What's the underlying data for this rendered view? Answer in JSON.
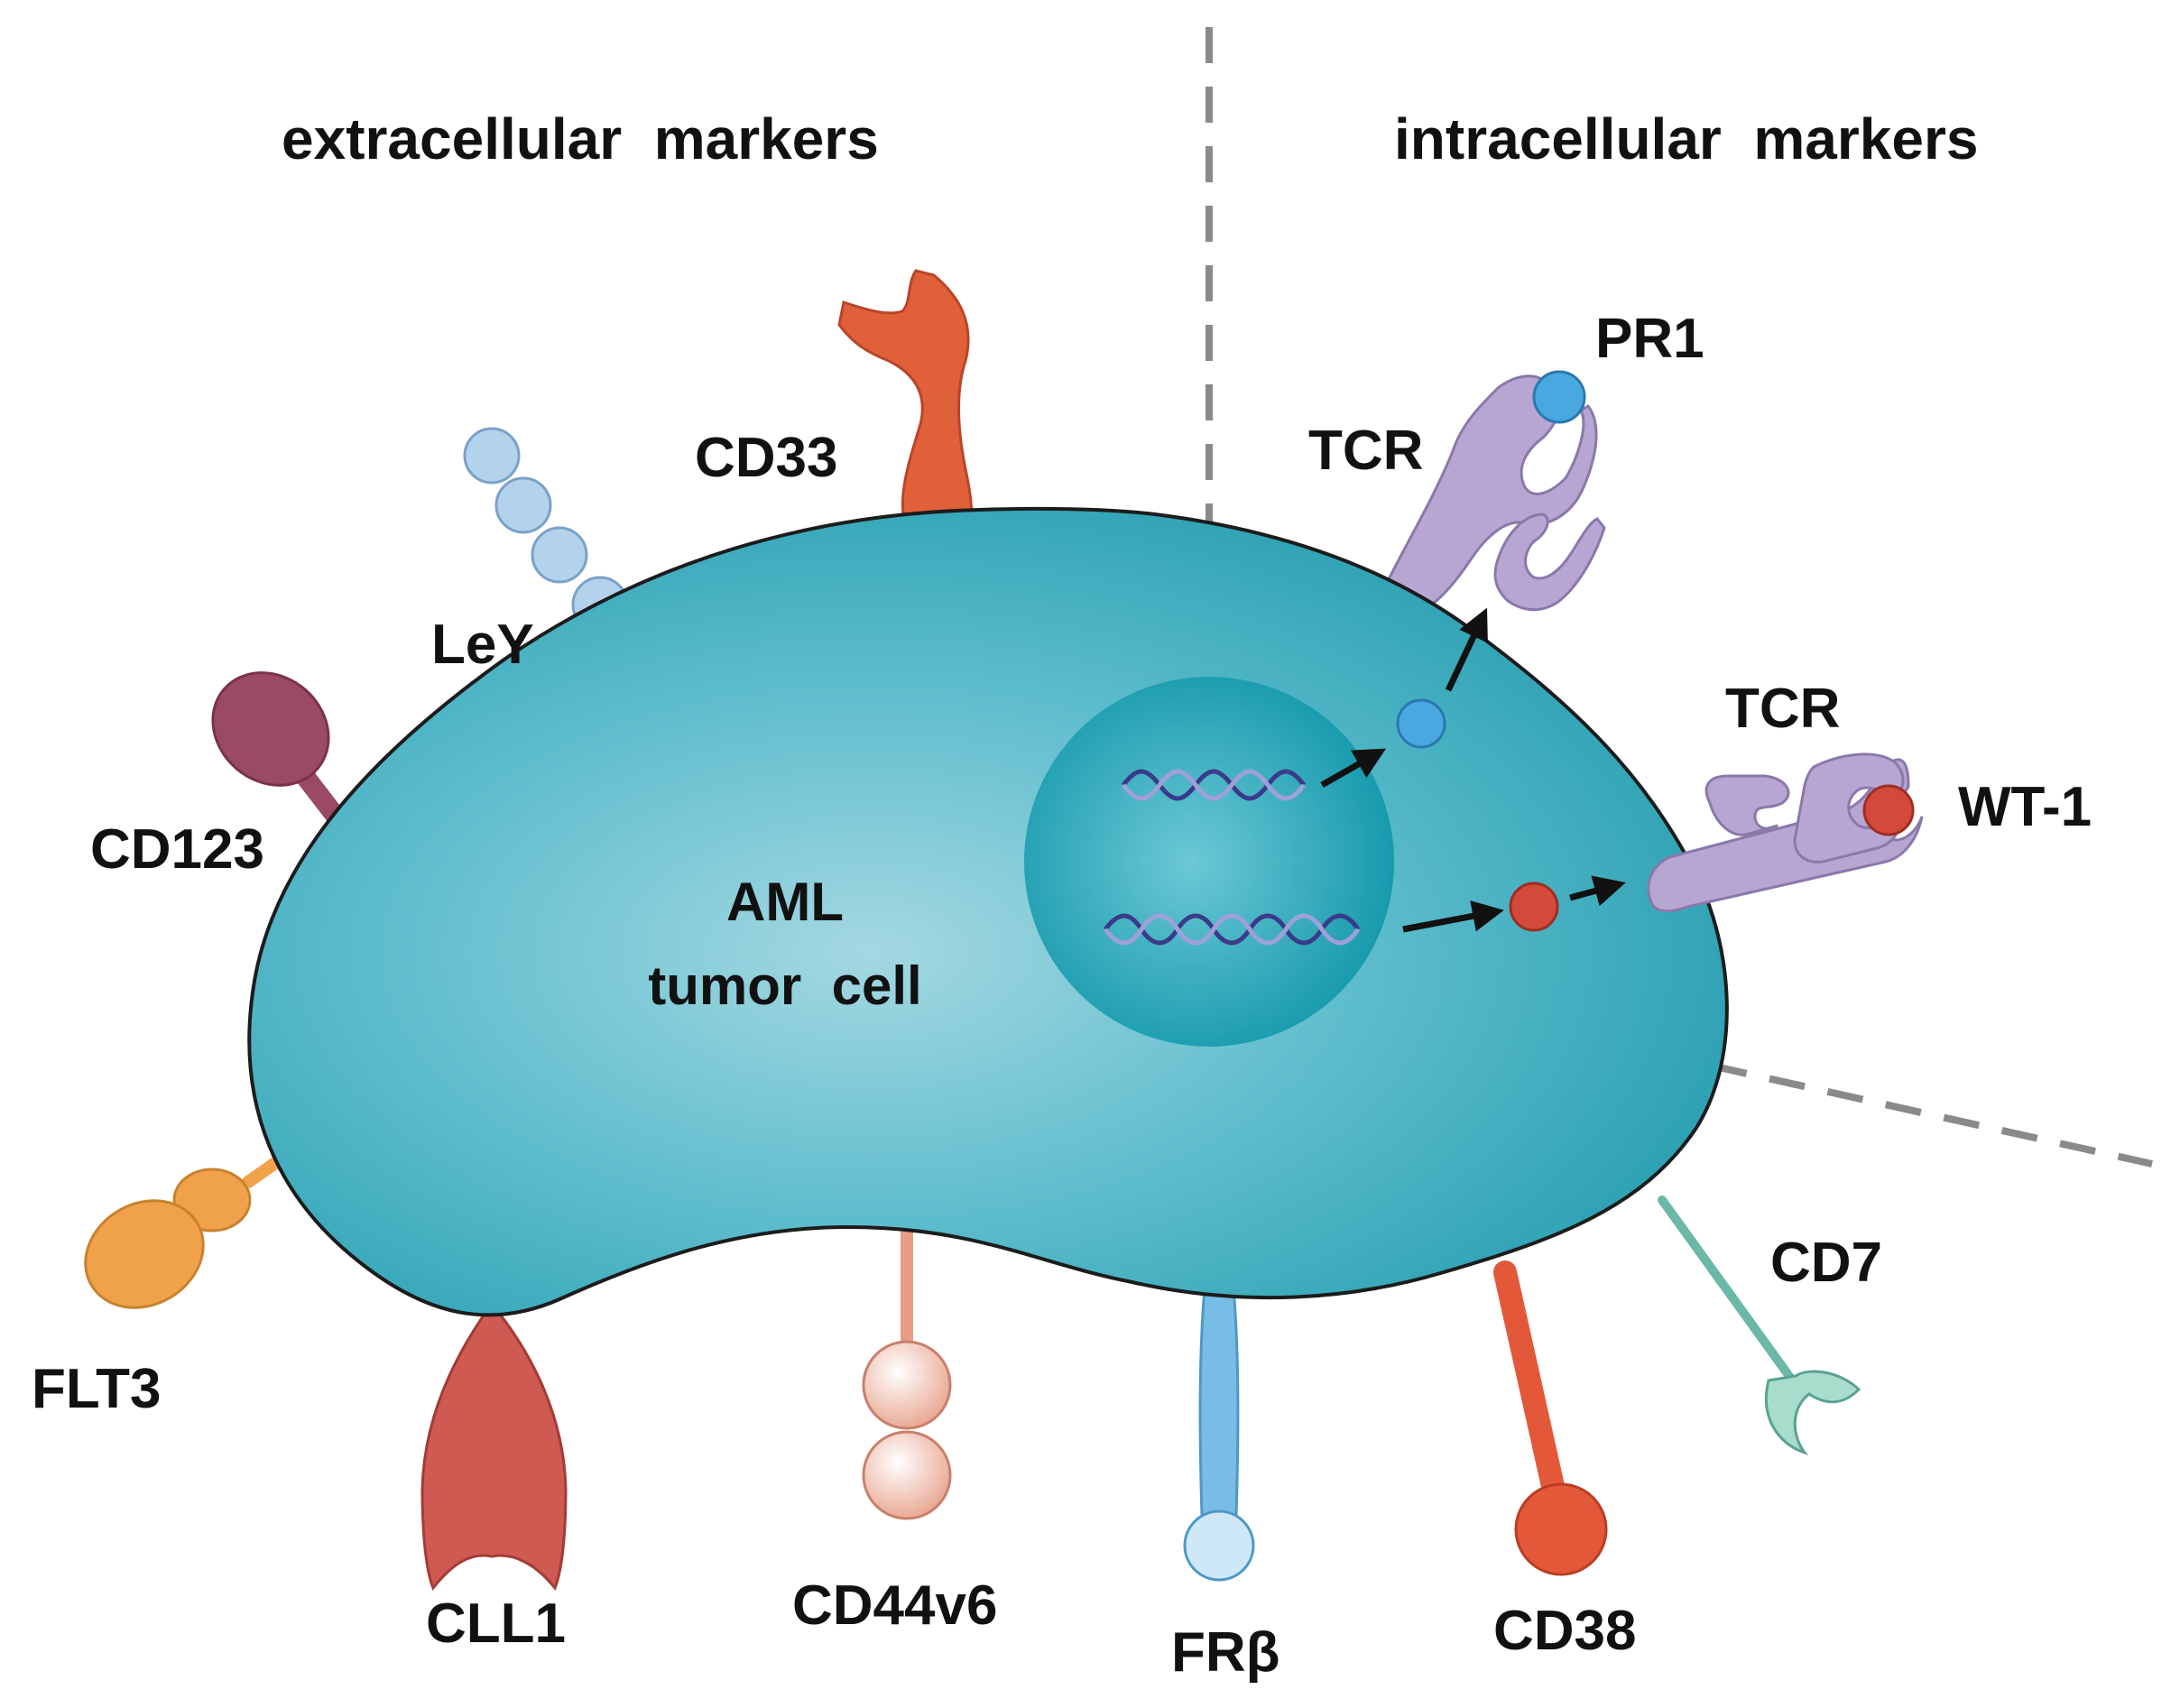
{
  "headings": {
    "extracellular": "extracellular  markers",
    "intracellular": "intracellular  markers"
  },
  "cell": {
    "line1": "AML",
    "line2": "tumor  cell"
  },
  "markers": {
    "cd33": "CD33",
    "ley": "LeY",
    "cd123": "CD123",
    "flt3": "FLT3",
    "cll1": "CLL1",
    "cd44v6": "CD44v6",
    "frb": "FRβ",
    "cd38": "CD38",
    "cd7": "CD7",
    "pr1": "PR1",
    "wt1": "WT-1",
    "tcr_top": "TCR",
    "tcr_right": "TCR"
  },
  "colors": {
    "cell": "#3aaabb",
    "nucleus": "#1a9aae",
    "cd33": "#e0603a",
    "ley": "#b3d2ec",
    "cd123": "#9a4a64",
    "flt3": "#f0a24a",
    "cll1": "#cf5a52",
    "cd44v6": "#f0b4a0",
    "frb": "#78bde6",
    "cd38": "#e4583a",
    "cd7": "#6cb8a8",
    "tcr": "#b7a6d2",
    "pr1": "#4aa8e0",
    "wt1": "#d44a3a",
    "divider": "#8a8a8a"
  }
}
